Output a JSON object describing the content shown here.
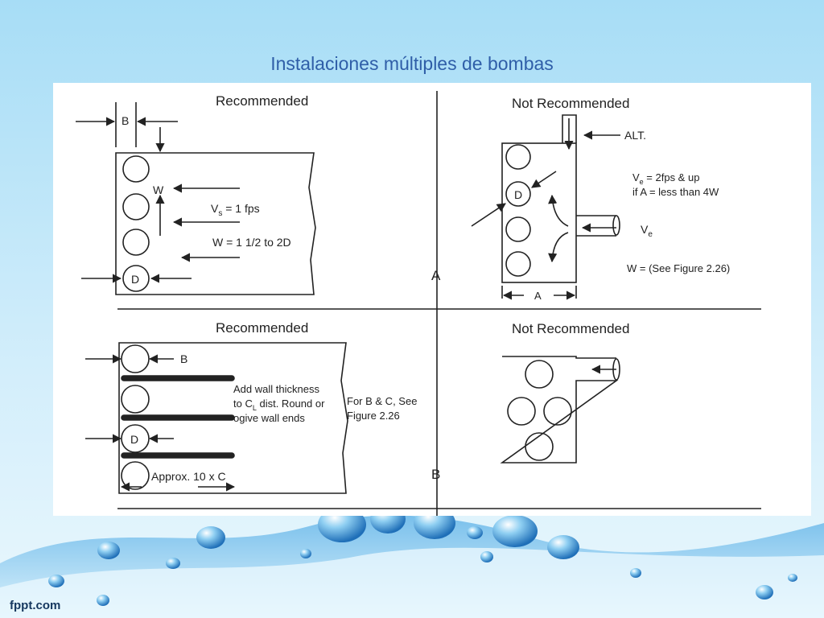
{
  "slide": {
    "title": "Instalaciones múltiples de bombas",
    "footer": "fppt.com"
  },
  "colors": {
    "title": "#2f5ea8",
    "ink": "#222222",
    "water": "#3a8fd4"
  },
  "diagram": {
    "quadrant_a": {
      "heading": "Recommended",
      "label_b": "B",
      "label_w": "W",
      "velocity_main": "V",
      "velocity_sub": "s",
      "velocity_rest": " = 1 fps",
      "w_spec": "W  = 1 1/2 to 2D",
      "label_d": "D"
    },
    "quadrant_b": {
      "heading": "Not Recommended",
      "label_alt": "ALT.",
      "ve_main": "V",
      "ve_sub": "e",
      "ve_rest": " = 2fps & up",
      "condition": "if A = less than 4W",
      "ve_label_main": "V",
      "ve_label_sub": "e",
      "w_ref": "W = (See Figure 2.26)",
      "label_a": "A",
      "label_d": "D"
    },
    "quadrant_c": {
      "heading": "Recommended",
      "label_b": "B",
      "note_line1": "Add wall thickness",
      "note_line2_a": "to C",
      "note_line2_sub": "L",
      "note_line2_b": " dist. Round or",
      "note_line3": "ogive wall ends",
      "ref_line1": "For B & C, See",
      "ref_line2": "Figure 2.26",
      "approx": "Approx. 10 x C",
      "label_d": "D"
    },
    "quadrant_d": {
      "heading": "Not Recommended"
    },
    "axis_label_a": "A",
    "axis_label_b": "B"
  }
}
